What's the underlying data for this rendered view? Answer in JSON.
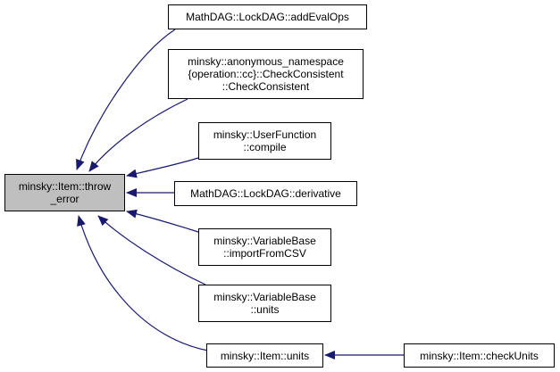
{
  "colors": {
    "edge": "#191970",
    "focus_fill": "#bfbfbf",
    "node_border": "#000000"
  },
  "nodes": [
    {
      "id": "throw_error",
      "lines": [
        "minsky::Item::throw",
        "_error"
      ],
      "focus": true
    },
    {
      "id": "addEvalOps",
      "lines": [
        "MathDAG::LockDAG::addEvalOps"
      ]
    },
    {
      "id": "checkConsistent",
      "lines": [
        "minsky::anonymous_namespace",
        "{operation::cc}::CheckConsistent",
        "::CheckConsistent"
      ]
    },
    {
      "id": "compile",
      "lines": [
        "minsky::UserFunction",
        "::compile"
      ]
    },
    {
      "id": "derivative",
      "lines": [
        "MathDAG::LockDAG::derivative"
      ]
    },
    {
      "id": "importFromCSV",
      "lines": [
        "minsky::VariableBase",
        "::importFromCSV"
      ]
    },
    {
      "id": "vbUnits",
      "lines": [
        "minsky::VariableBase",
        "::units"
      ]
    },
    {
      "id": "itemUnits",
      "lines": [
        "minsky::Item::units"
      ]
    },
    {
      "id": "checkUnits",
      "lines": [
        "minsky::Item::checkUnits"
      ]
    }
  ],
  "edges": [
    {
      "from": "addEvalOps",
      "to": "throw_error"
    },
    {
      "from": "checkConsistent",
      "to": "throw_error"
    },
    {
      "from": "compile",
      "to": "throw_error"
    },
    {
      "from": "derivative",
      "to": "throw_error"
    },
    {
      "from": "importFromCSV",
      "to": "throw_error"
    },
    {
      "from": "vbUnits",
      "to": "throw_error"
    },
    {
      "from": "itemUnits",
      "to": "throw_error"
    },
    {
      "from": "checkUnits",
      "to": "itemUnits"
    }
  ]
}
